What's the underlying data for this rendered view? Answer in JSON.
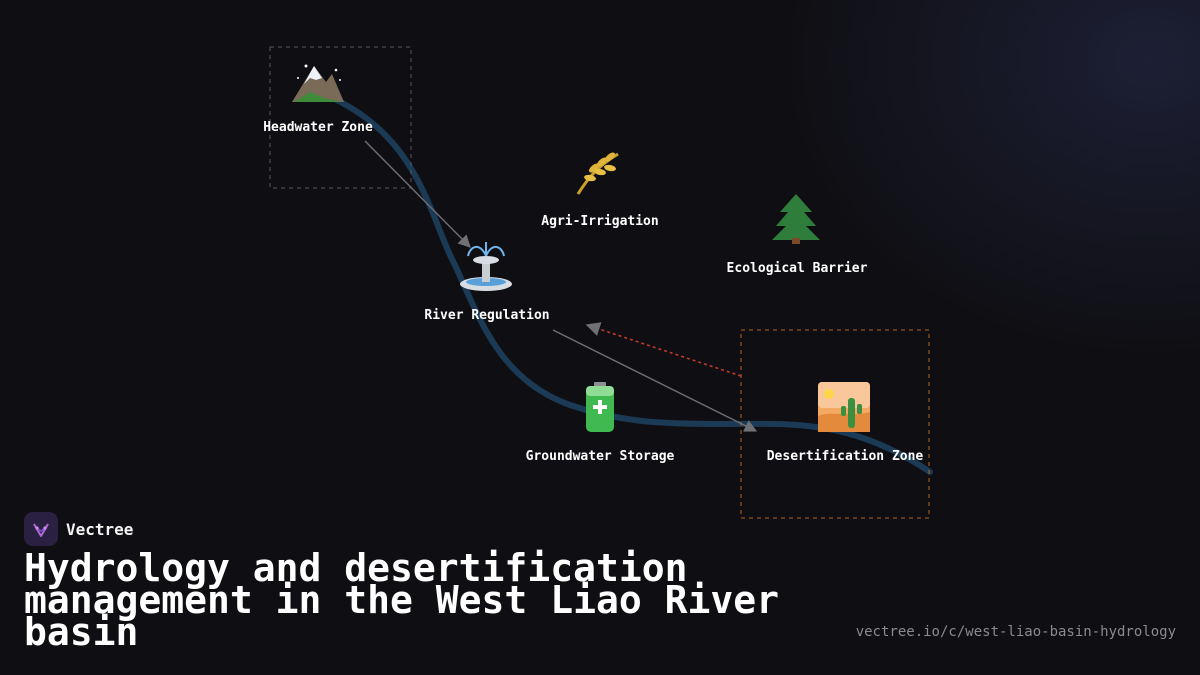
{
  "nodes": {
    "headwater": {
      "label": "Headwater Zone",
      "icon": "snow-mountain-icon"
    },
    "agri": {
      "label": "Agri-Irrigation",
      "icon": "wheat-sheaf-icon"
    },
    "eco": {
      "label": "Ecological Barrier",
      "icon": "evergreen-tree-icon"
    },
    "river": {
      "label": "River Regulation",
      "icon": "fountain-icon"
    },
    "ground": {
      "label": "Groundwater Storage",
      "icon": "battery-icon"
    },
    "desert": {
      "label": "Desertification Zone",
      "icon": "desert-cactus-icon"
    }
  },
  "colors": {
    "river_path": "#1b3a55",
    "flow_arrow": "#6f6f74",
    "feedback_arrow": "#c0392b",
    "headwater_box": "#5a5a5e",
    "desert_box": "#b5651d"
  },
  "brand": {
    "name": "Vectree",
    "icon": "vectree-logo-icon"
  },
  "title": "Hydrology and desertification management in the West Liao River basin",
  "url": "vectree.io/c/west-liao-basin-hydrology"
}
